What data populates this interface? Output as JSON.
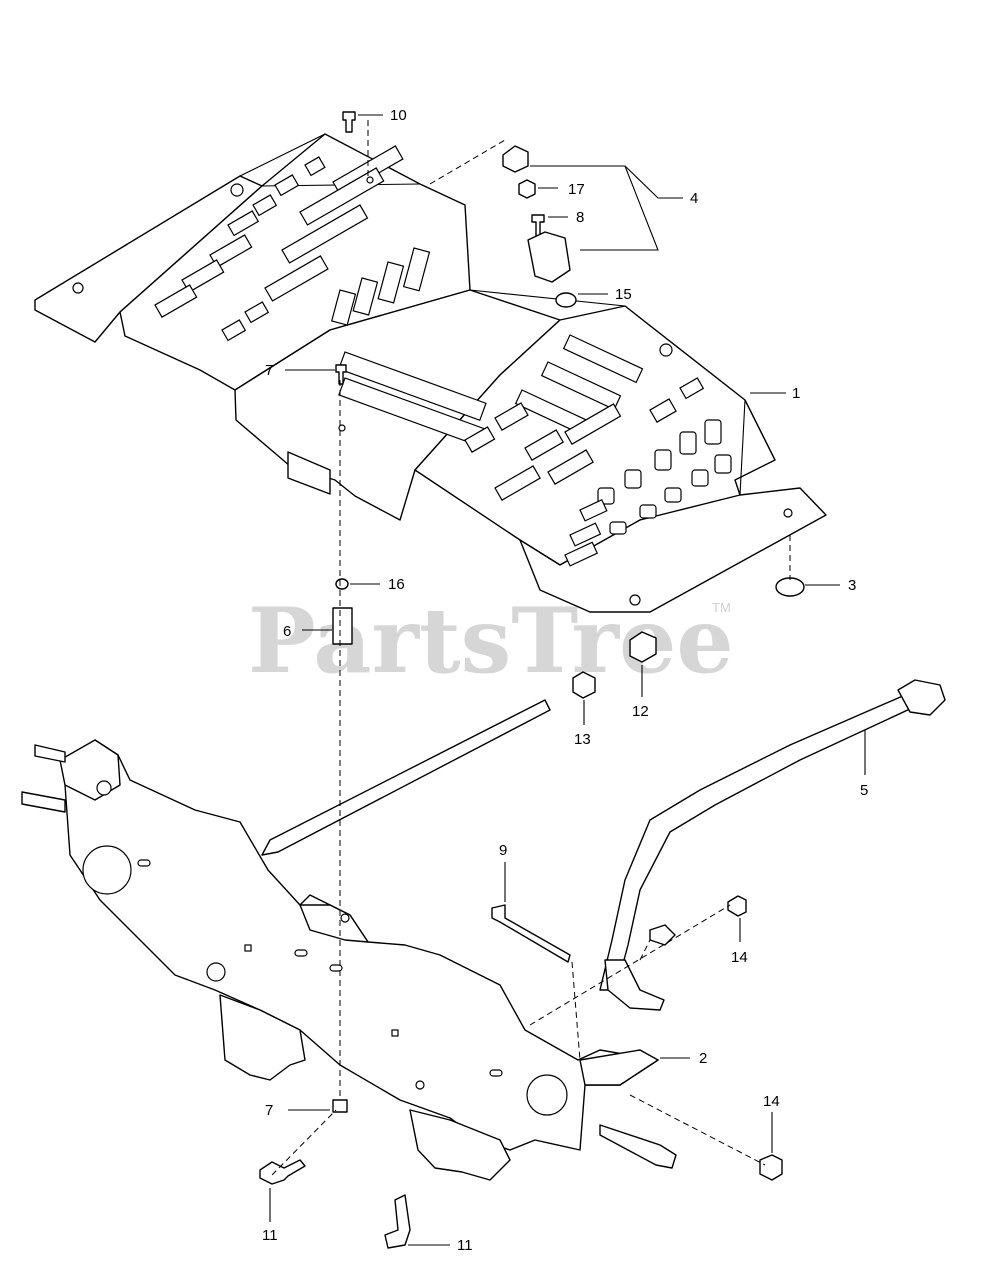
{
  "watermark": {
    "text": "PartsTree",
    "tm": "TM"
  },
  "callouts": {
    "c1": "1",
    "c2": "2",
    "c3": "3",
    "c4": "4",
    "c5": "5",
    "c6": "6",
    "c7a": "7",
    "c7b": "7",
    "c8": "8",
    "c9": "9",
    "c10": "10",
    "c11a": "11",
    "c11b": "11",
    "c12": "12",
    "c13": "13",
    "c14a": "14",
    "c14b": "14",
    "c15": "15",
    "c16": "16",
    "c17": "17"
  }
}
